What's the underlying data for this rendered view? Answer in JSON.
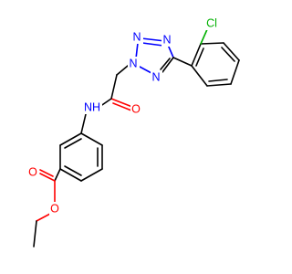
{
  "molecule": {
    "atoms": {
      "n_top_left": "N",
      "n_top_right": "N",
      "n_ring_left": "N",
      "n_ring_bottom": "N",
      "chlorine": "Cl",
      "amide_nh": "NH",
      "amide_o": "O",
      "ester_o_double": "O",
      "ester_o_single": "O"
    },
    "colors": {
      "carbon": "#000000",
      "nitrogen": "#0000ff",
      "oxygen": "#ff0000",
      "chlorine": "#00b000"
    }
  }
}
